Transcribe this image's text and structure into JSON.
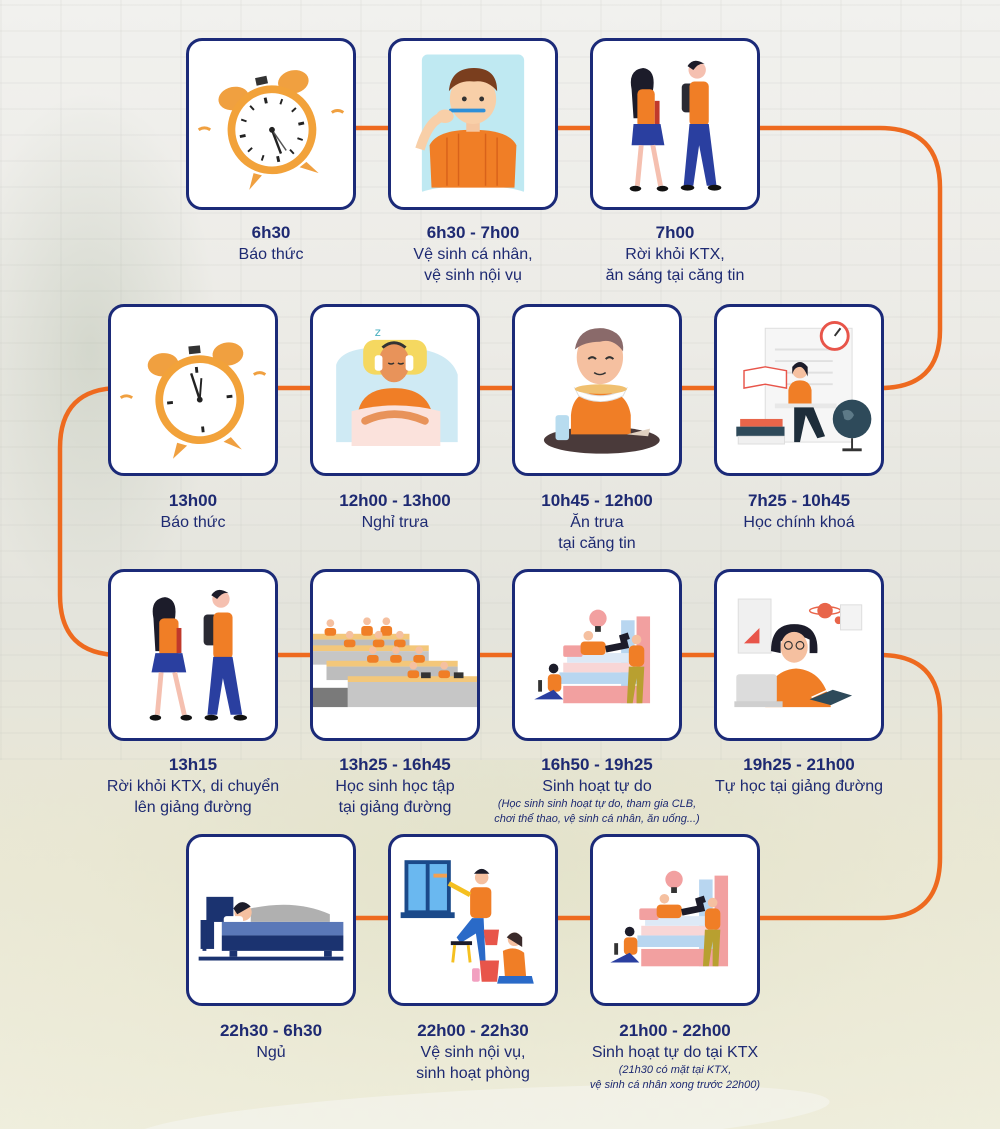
{
  "colors": {
    "card_border": "#1b2a78",
    "text": "#1e2a72",
    "connector": "#ee6a1f",
    "accent_orange": "#f07e26"
  },
  "schedule": [
    {
      "time": "6h30",
      "desc_lines": [
        "Báo thức"
      ],
      "note_lines": [],
      "icon": "alarm-clock-icon"
    },
    {
      "time": "6h30 - 7h00",
      "desc_lines": [
        "Vệ sinh cá nhân,",
        "vệ sinh nội vụ"
      ],
      "note_lines": [],
      "icon": "brushing-teeth-icon"
    },
    {
      "time": "7h00",
      "desc_lines": [
        "Rời khỏi KTX,",
        "ăn sáng tại căng tin"
      ],
      "note_lines": [],
      "icon": "students-walking-icon"
    },
    {
      "time": "7h25 - 10h45",
      "desc_lines": [
        "Học chính khoá"
      ],
      "note_lines": [],
      "icon": "studying-at-desk-icon"
    },
    {
      "time": "10h45 - 12h00",
      "desc_lines": [
        "Ăn trưa",
        "tại căng tin"
      ],
      "note_lines": [],
      "icon": "eating-lunch-icon"
    },
    {
      "time": "12h00 - 13h00",
      "desc_lines": [
        "Nghỉ trưa"
      ],
      "note_lines": [],
      "icon": "sleeping-nap-icon"
    },
    {
      "time": "13h00",
      "desc_lines": [
        "Báo thức"
      ],
      "note_lines": [],
      "icon": "alarm-clock-icon"
    },
    {
      "time": "13h15",
      "desc_lines": [
        "Rời khỏi KTX, di chuyển",
        "lên giảng đường"
      ],
      "note_lines": [],
      "icon": "students-walking-icon"
    },
    {
      "time": "13h25 - 16h45",
      "desc_lines": [
        "Học sinh học tập",
        "tại giảng đường"
      ],
      "note_lines": [],
      "icon": "lecture-hall-icon"
    },
    {
      "time": "16h50 - 19h25",
      "desc_lines": [
        "Sinh hoạt tự do"
      ],
      "note_lines": [
        "(Học sinh sinh hoạt tự do, tham gia CLB,",
        "chơi thể thao, vệ sinh cá nhân, ăn uống...)"
      ],
      "icon": "free-activity-icon"
    },
    {
      "time": "19h25 - 21h00",
      "desc_lines": [
        "Tự học tại giảng đường"
      ],
      "note_lines": [],
      "icon": "self-study-icon"
    },
    {
      "time": "21h00 - 22h00",
      "desc_lines": [
        "Sinh hoạt tự do tại KTX"
      ],
      "note_lines": [
        "(21h30 có mặt tại KTX,",
        "vệ sinh cá nhân xong trước 22h00)"
      ],
      "icon": "free-activity-icon"
    },
    {
      "time": "22h00 - 22h30",
      "desc_lines": [
        "Vệ sinh nội vụ,",
        "sinh hoạt phòng"
      ],
      "note_lines": [],
      "icon": "cleaning-room-icon"
    },
    {
      "time": "22h30 - 6h30",
      "desc_lines": [
        "Ngủ"
      ],
      "note_lines": [],
      "icon": "sleeping-bed-icon"
    }
  ]
}
